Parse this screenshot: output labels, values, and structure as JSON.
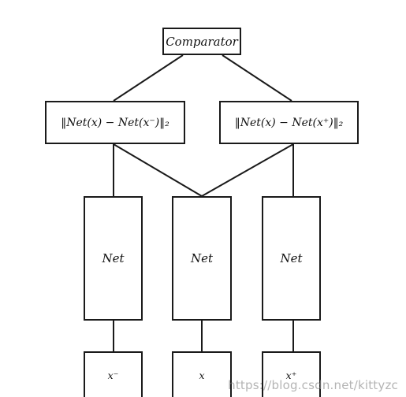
{
  "nodes": {
    "comparator": "Comparator",
    "distance_left": "‖Net(x) − Net(x⁻)‖₂",
    "distance_right": "‖Net(x) − Net(x⁺)‖₂",
    "net_left": "Net",
    "net_center": "Net",
    "net_right": "Net",
    "input_left": "x⁻",
    "input_center": "x",
    "input_right": "x⁺"
  },
  "watermark": "https://blog.csdn.net/kittyzc"
}
